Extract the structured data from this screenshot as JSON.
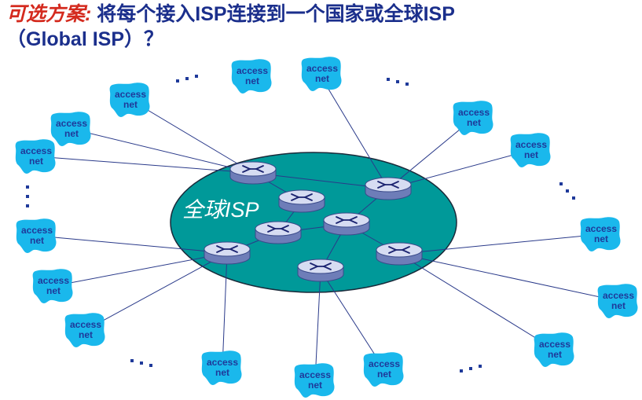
{
  "title": {
    "alt_label": "可选方案:",
    "line1_text": " 将每个接入ISP连接到一个国家或全球ISP",
    "line2_text": "（Global ISP）？"
  },
  "global_isp": {
    "label": "全球ISP",
    "fill_color": "#009999"
  },
  "access_net": {
    "line1": "access",
    "line2": "net",
    "fill_color": "#1ab8ec"
  },
  "ellipsis": "...",
  "colors": {
    "title": "#1b2f8c",
    "title_accent": "#d42a1e",
    "link": "#2a3a8a",
    "router_top": "#d6dcf2",
    "router_side": "#6e7db8"
  }
}
